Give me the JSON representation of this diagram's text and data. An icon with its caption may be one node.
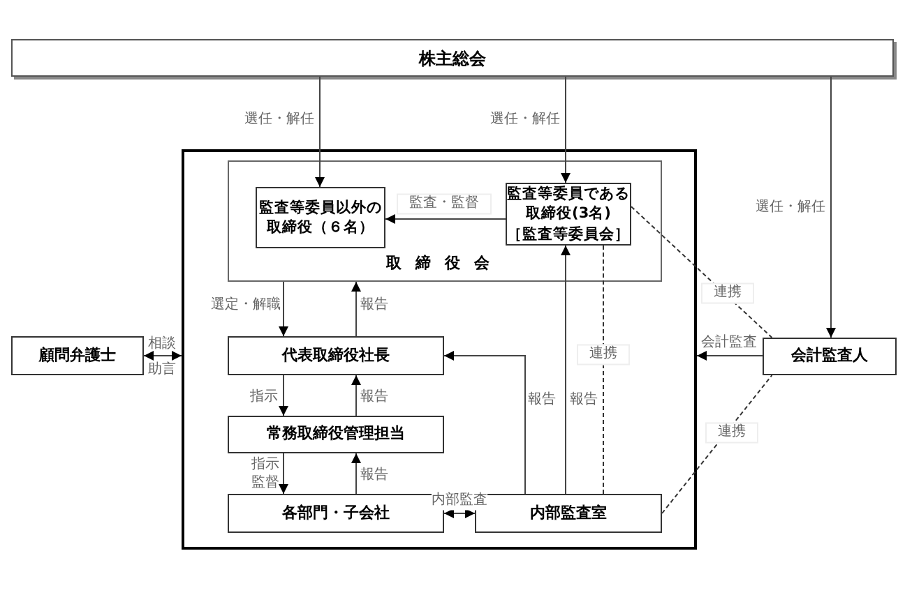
{
  "diagram": {
    "nodes": [
      {
        "text": [
          "株主総会"
        ]
      },
      {
        "text": [],
        "shape": "box"
      },
      {
        "text": [
          "取締役会"
        ],
        "in": 1
      },
      {
        "text": [
          "監査等委員以外の取締役（６名）"
        ],
        "in": 2
      },
      {
        "text": [
          "監査等委員である取締役(3名)",
          "［監査等委員会］"
        ],
        "in": 2
      },
      {
        "text": [
          "代表取締役社長"
        ],
        "in": 1
      },
      {
        "text": [
          "常務取締役管理担当"
        ],
        "in": 1
      },
      {
        "text": [
          "各部門・子会社"
        ],
        "in": 1
      },
      {
        "text": [
          "内部監査室"
        ],
        "in": 1
      },
      {
        "text": [
          "会計監査人"
        ]
      },
      {
        "text": [
          "顧問弁護士"
        ]
      }
    ],
    "edges": [
      {
        "from": 0,
        "to": 3,
        "arrow": "to",
        "label": "選任・解任"
      },
      {
        "from": 0,
        "to": 4,
        "arrow": "to",
        "label": "選任・解任"
      },
      {
        "from": 0,
        "to": 9,
        "arrow": "to",
        "label": "選任・解任"
      },
      {
        "from": 4,
        "to": 3,
        "arrow": "to",
        "label": "監査・監督"
      },
      {
        "from": 2,
        "to": 5,
        "arrow": "to",
        "label": "選定・解職"
      },
      {
        "from": 5,
        "to": 2,
        "arrow": "to",
        "label": "報告"
      },
      {
        "from": 5,
        "to": 6,
        "arrow": "to",
        "label": "指示"
      },
      {
        "from": 6,
        "to": 5,
        "arrow": "to",
        "label": "報告"
      },
      {
        "from": 6,
        "to": 7,
        "arrow": "to",
        "label": "指示監督"
      },
      {
        "from": 7,
        "to": 6,
        "arrow": "to",
        "label": "報告"
      },
      {
        "from": 8,
        "to": 5,
        "arrow": "to",
        "label": "報告"
      },
      {
        "from": 8,
        "to": 4,
        "arrow": "to",
        "label": "報告"
      },
      {
        "from": 4,
        "to": 8,
        "arrow": "none",
        "label": "連携",
        "style": "dashed"
      },
      {
        "from": 8,
        "to": 7,
        "arrow": "both",
        "label": "内部監査"
      },
      {
        "from": 9,
        "to": 1,
        "arrow": "to",
        "label": "会計監査"
      },
      {
        "from": 4,
        "to": 9,
        "arrow": "none",
        "label": "連携",
        "style": "dashed"
      },
      {
        "from": 8,
        "to": 9,
        "arrow": "none",
        "label": "連携",
        "style": "dashed"
      },
      {
        "from": 10,
        "to": 1,
        "arrow": "both",
        "label": "相談"
      }
    ],
    "labels": [
      "助言"
    ]
  }
}
